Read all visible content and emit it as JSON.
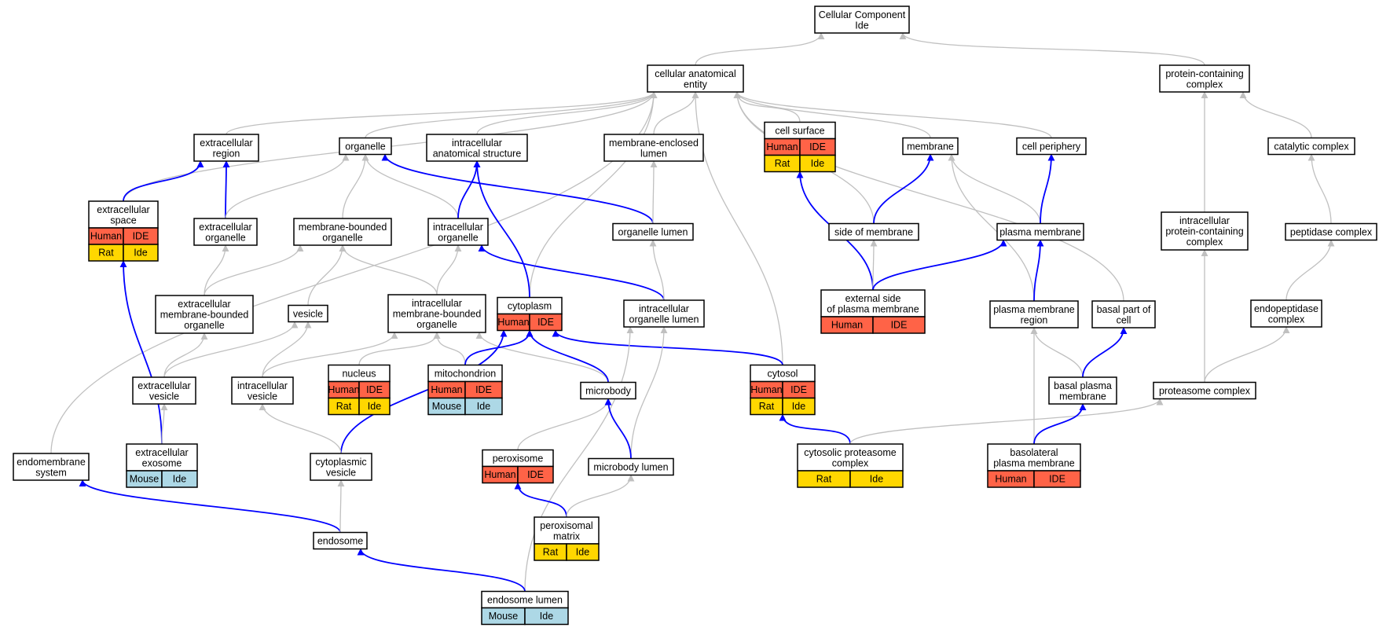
{
  "colors": {
    "edge_is_a": "#c0c0c0",
    "edge_part_of": "#0000ff",
    "Human": "#ff6347",
    "Rat": "#ffd700",
    "Mouse": "#add8e6"
  },
  "nodes": {
    "cellular_component": {
      "lines": [
        "Cellular Component",
        "Ide"
      ],
      "badges": []
    },
    "cellular_anatomical_entity": {
      "lines": [
        "cellular anatomical",
        "entity"
      ],
      "badges": []
    },
    "protein_containing_complex": {
      "lines": [
        "protein-containing",
        "complex"
      ],
      "badges": []
    },
    "extracellular_region": {
      "lines": [
        "extracellular",
        "region"
      ],
      "badges": []
    },
    "organelle": {
      "lines": [
        "organelle"
      ],
      "badges": []
    },
    "intracellular_anatomical_structure": {
      "lines": [
        "intracellular",
        "anatomical structure"
      ],
      "badges": []
    },
    "membrane_enclosed_lumen": {
      "lines": [
        "membrane-enclosed",
        "lumen"
      ],
      "badges": []
    },
    "cell_surface": {
      "lines": [
        "cell surface"
      ],
      "badges": [
        [
          "Human",
          "IDE"
        ],
        [
          "Rat",
          "Ide"
        ]
      ]
    },
    "membrane": {
      "lines": [
        "membrane"
      ],
      "badges": []
    },
    "cell_periphery": {
      "lines": [
        "cell periphery"
      ],
      "badges": []
    },
    "catalytic_complex": {
      "lines": [
        "catalytic complex"
      ],
      "badges": []
    },
    "extracellular_space": {
      "lines": [
        "extracellular",
        "space"
      ],
      "badges": [
        [
          "Human",
          "IDE"
        ],
        [
          "Rat",
          "Ide"
        ]
      ]
    },
    "extracellular_organelle": {
      "lines": [
        "extracellular",
        "organelle"
      ],
      "badges": []
    },
    "membrane_bounded_organelle": {
      "lines": [
        "membrane-bounded",
        "organelle"
      ],
      "badges": []
    },
    "intracellular_organelle": {
      "lines": [
        "intracellular",
        "organelle"
      ],
      "badges": []
    },
    "organelle_lumen": {
      "lines": [
        "organelle lumen"
      ],
      "badges": []
    },
    "side_of_membrane": {
      "lines": [
        "side of membrane"
      ],
      "badges": []
    },
    "plasma_membrane": {
      "lines": [
        "plasma membrane"
      ],
      "badges": []
    },
    "intracellular_protein_containing_complex": {
      "lines": [
        "intracellular",
        "protein-containing",
        "complex"
      ],
      "badges": []
    },
    "peptidase_complex": {
      "lines": [
        "peptidase complex"
      ],
      "badges": []
    },
    "extracellular_membrane_bounded_organelle": {
      "lines": [
        "extracellular",
        "membrane-bounded",
        "organelle"
      ],
      "badges": []
    },
    "vesicle": {
      "lines": [
        "vesicle"
      ],
      "badges": []
    },
    "intracellular_membrane_bounded_organelle": {
      "lines": [
        "intracellular",
        "membrane-bounded",
        "organelle"
      ],
      "badges": []
    },
    "cytoplasm": {
      "lines": [
        "cytoplasm"
      ],
      "badges": [
        [
          "Human",
          "IDE"
        ]
      ]
    },
    "intracellular_organelle_lumen": {
      "lines": [
        "intracellular",
        "organelle lumen"
      ],
      "badges": []
    },
    "external_side_of_plasma_membrane": {
      "lines": [
        "external side",
        "of plasma membrane"
      ],
      "badges": [
        [
          "Human",
          "IDE"
        ]
      ]
    },
    "plasma_membrane_region": {
      "lines": [
        "plasma membrane",
        "region"
      ],
      "badges": []
    },
    "basal_part_of_cell": {
      "lines": [
        "basal part of",
        "cell"
      ],
      "badges": []
    },
    "endopeptidase_complex": {
      "lines": [
        "endopeptidase",
        "complex"
      ],
      "badges": []
    },
    "extracellular_vesicle": {
      "lines": [
        "extracellular",
        "vesicle"
      ],
      "badges": []
    },
    "intracellular_vesicle": {
      "lines": [
        "intracellular",
        "vesicle"
      ],
      "badges": []
    },
    "nucleus": {
      "lines": [
        "nucleus"
      ],
      "badges": [
        [
          "Human",
          "IDE"
        ],
        [
          "Rat",
          "Ide"
        ]
      ]
    },
    "mitochondrion": {
      "lines": [
        "mitochondrion"
      ],
      "badges": [
        [
          "Human",
          "IDE"
        ],
        [
          "Mouse",
          "Ide"
        ]
      ]
    },
    "microbody": {
      "lines": [
        "microbody"
      ],
      "badges": []
    },
    "cytosol": {
      "lines": [
        "cytosol"
      ],
      "badges": [
        [
          "Human",
          "IDE"
        ],
        [
          "Rat",
          "Ide"
        ]
      ]
    },
    "basal_plasma_membrane": {
      "lines": [
        "basal plasma",
        "membrane"
      ],
      "badges": []
    },
    "proteasome_complex": {
      "lines": [
        "proteasome complex"
      ],
      "badges": []
    },
    "endomembrane_system": {
      "lines": [
        "endomembrane",
        "system"
      ],
      "badges": []
    },
    "extracellular_exosome": {
      "lines": [
        "extracellular",
        "exosome"
      ],
      "badges": [
        [
          "Mouse",
          "Ide"
        ]
      ]
    },
    "cytoplasmic_vesicle": {
      "lines": [
        "cytoplasmic",
        "vesicle"
      ],
      "badges": []
    },
    "peroxisome": {
      "lines": [
        "peroxisome"
      ],
      "badges": [
        [
          "Human",
          "IDE"
        ]
      ]
    },
    "microbody_lumen": {
      "lines": [
        "microbody lumen"
      ],
      "badges": []
    },
    "cytosolic_proteasome_complex": {
      "lines": [
        "cytosolic proteasome",
        "complex"
      ],
      "badges": [
        [
          "Rat",
          "Ide"
        ]
      ]
    },
    "basolateral_plasma_membrane": {
      "lines": [
        "basolateral",
        "plasma membrane"
      ],
      "badges": [
        [
          "Human",
          "IDE"
        ]
      ]
    },
    "endosome": {
      "lines": [
        "endosome"
      ],
      "badges": []
    },
    "peroxisomal_matrix": {
      "lines": [
        "peroxisomal",
        "matrix"
      ],
      "badges": [
        [
          "Rat",
          "Ide"
        ]
      ]
    },
    "endosome_lumen": {
      "lines": [
        "endosome lumen"
      ],
      "badges": [
        [
          "Mouse",
          "Ide"
        ]
      ]
    }
  },
  "edges": [
    {
      "from": "cellular_anatomical_entity",
      "to": "cellular_component",
      "type": "is_a"
    },
    {
      "from": "protein_containing_complex",
      "to": "cellular_component",
      "type": "is_a"
    },
    {
      "from": "extracellular_region",
      "to": "cellular_anatomical_entity",
      "type": "is_a"
    },
    {
      "from": "organelle",
      "to": "cellular_anatomical_entity",
      "type": "is_a"
    },
    {
      "from": "intracellular_anatomical_structure",
      "to": "cellular_anatomical_entity",
      "type": "is_a"
    },
    {
      "from": "membrane_enclosed_lumen",
      "to": "cellular_anatomical_entity",
      "type": "is_a"
    },
    {
      "from": "cell_surface",
      "to": "cellular_anatomical_entity",
      "type": "is_a"
    },
    {
      "from": "membrane",
      "to": "cellular_anatomical_entity",
      "type": "is_a"
    },
    {
      "from": "cell_periphery",
      "to": "cellular_anatomical_entity",
      "type": "is_a"
    },
    {
      "from": "extracellular_space",
      "to": "cellular_anatomical_entity",
      "type": "is_a"
    },
    {
      "from": "endomembrane_system",
      "to": "cellular_anatomical_entity",
      "type": "is_a"
    },
    {
      "from": "cytoplasm",
      "to": "cellular_anatomical_entity",
      "type": "is_a"
    },
    {
      "from": "cytosol",
      "to": "cellular_anatomical_entity",
      "type": "is_a"
    },
    {
      "from": "side_of_membrane",
      "to": "cellular_anatomical_entity",
      "type": "is_a"
    },
    {
      "from": "basal_part_of_cell",
      "to": "cellular_anatomical_entity",
      "type": "is_a"
    },
    {
      "from": "catalytic_complex",
      "to": "protein_containing_complex",
      "type": "is_a"
    },
    {
      "from": "intracellular_protein_containing_complex",
      "to": "protein_containing_complex",
      "type": "is_a"
    },
    {
      "from": "extracellular_space",
      "to": "extracellular_region",
      "type": "part_of"
    },
    {
      "from": "extracellular_organelle",
      "to": "extracellular_region",
      "type": "part_of"
    },
    {
      "from": "extracellular_organelle",
      "to": "organelle",
      "type": "is_a"
    },
    {
      "from": "membrane_bounded_organelle",
      "to": "organelle",
      "type": "is_a"
    },
    {
      "from": "intracellular_organelle",
      "to": "organelle",
      "type": "is_a"
    },
    {
      "from": "organelle_lumen",
      "to": "organelle",
      "type": "part_of"
    },
    {
      "from": "intracellular_organelle",
      "to": "intracellular_anatomical_structure",
      "type": "part_of"
    },
    {
      "from": "cytoplasm",
      "to": "intracellular_anatomical_structure",
      "type": "part_of"
    },
    {
      "from": "organelle_lumen",
      "to": "membrane_enclosed_lumen",
      "type": "is_a"
    },
    {
      "from": "external_side_of_plasma_membrane",
      "to": "cell_surface",
      "type": "part_of"
    },
    {
      "from": "side_of_membrane",
      "to": "membrane",
      "type": "part_of"
    },
    {
      "from": "plasma_membrane",
      "to": "membrane",
      "type": "is_a"
    },
    {
      "from": "plasma_membrane_region",
      "to": "membrane",
      "type": "is_a"
    },
    {
      "from": "plasma_membrane",
      "to": "cell_periphery",
      "type": "part_of"
    },
    {
      "from": "peptidase_complex",
      "to": "catalytic_complex",
      "type": "is_a"
    },
    {
      "from": "extracellular_exosome",
      "to": "extracellular_space",
      "type": "part_of"
    },
    {
      "from": "extracellular_membrane_bounded_organelle",
      "to": "extracellular_organelle",
      "type": "is_a"
    },
    {
      "from": "extracellular_membrane_bounded_organelle",
      "to": "membrane_bounded_organelle",
      "type": "is_a"
    },
    {
      "from": "vesicle",
      "to": "membrane_bounded_organelle",
      "type": "is_a"
    },
    {
      "from": "intracellular_membrane_bounded_organelle",
      "to": "membrane_bounded_organelle",
      "type": "is_a"
    },
    {
      "from": "intracellular_membrane_bounded_organelle",
      "to": "intracellular_organelle",
      "type": "is_a"
    },
    {
      "from": "intracellular_organelle_lumen",
      "to": "intracellular_organelle",
      "type": "part_of"
    },
    {
      "from": "intracellular_organelle_lumen",
      "to": "organelle_lumen",
      "type": "is_a"
    },
    {
      "from": "external_side_of_plasma_membrane",
      "to": "side_of_membrane",
      "type": "is_a"
    },
    {
      "from": "external_side_of_plasma_membrane",
      "to": "plasma_membrane",
      "type": "part_of"
    },
    {
      "from": "plasma_membrane_region",
      "to": "plasma_membrane",
      "type": "part_of"
    },
    {
      "from": "proteasome_complex",
      "to": "intracellular_protein_containing_complex",
      "type": "is_a"
    },
    {
      "from": "endopeptidase_complex",
      "to": "peptidase_complex",
      "type": "is_a"
    },
    {
      "from": "extracellular_vesicle",
      "to": "extracellular_membrane_bounded_organelle",
      "type": "is_a"
    },
    {
      "from": "extracellular_vesicle",
      "to": "vesicle",
      "type": "is_a"
    },
    {
      "from": "intracellular_vesicle",
      "to": "vesicle",
      "type": "is_a"
    },
    {
      "from": "intracellular_vesicle",
      "to": "intracellular_membrane_bounded_organelle",
      "type": "is_a"
    },
    {
      "from": "nucleus",
      "to": "intracellular_membrane_bounded_organelle",
      "type": "is_a"
    },
    {
      "from": "mitochondrion",
      "to": "intracellular_membrane_bounded_organelle",
      "type": "is_a"
    },
    {
      "from": "microbody",
      "to": "intracellular_membrane_bounded_organelle",
      "type": "is_a"
    },
    {
      "from": "mitochondrion",
      "to": "cytoplasm",
      "type": "part_of"
    },
    {
      "from": "microbody",
      "to": "cytoplasm",
      "type": "part_of"
    },
    {
      "from": "cytosol",
      "to": "cytoplasm",
      "type": "part_of"
    },
    {
      "from": "cytoplasmic_vesicle",
      "to": "cytoplasm",
      "type": "part_of"
    },
    {
      "from": "microbody_lumen",
      "to": "intracellular_organelle_lumen",
      "type": "is_a"
    },
    {
      "from": "endosome_lumen",
      "to": "intracellular_organelle_lumen",
      "type": "is_a"
    },
    {
      "from": "basal_plasma_membrane",
      "to": "plasma_membrane_region",
      "type": "is_a"
    },
    {
      "from": "basolateral_plasma_membrane",
      "to": "plasma_membrane_region",
      "type": "is_a"
    },
    {
      "from": "basal_plasma_membrane",
      "to": "basal_part_of_cell",
      "type": "part_of"
    },
    {
      "from": "proteasome_complex",
      "to": "endopeptidase_complex",
      "type": "is_a"
    },
    {
      "from": "extracellular_exosome",
      "to": "extracellular_vesicle",
      "type": "is_a"
    },
    {
      "from": "cytoplasmic_vesicle",
      "to": "intracellular_vesicle",
      "type": "is_a"
    },
    {
      "from": "peroxisome",
      "to": "microbody",
      "type": "is_a"
    },
    {
      "from": "microbody_lumen",
      "to": "microbody",
      "type": "part_of"
    },
    {
      "from": "cytosolic_proteasome_complex",
      "to": "cytosol",
      "type": "part_of"
    },
    {
      "from": "cytosolic_proteasome_complex",
      "to": "proteasome_complex",
      "type": "is_a"
    },
    {
      "from": "basolateral_plasma_membrane",
      "to": "basal_plasma_membrane",
      "type": "part_of"
    },
    {
      "from": "endosome",
      "to": "endomembrane_system",
      "type": "part_of"
    },
    {
      "from": "endosome",
      "to": "cytoplasmic_vesicle",
      "type": "is_a"
    },
    {
      "from": "peroxisomal_matrix",
      "to": "peroxisome",
      "type": "part_of"
    },
    {
      "from": "peroxisomal_matrix",
      "to": "microbody_lumen",
      "type": "is_a"
    },
    {
      "from": "endosome_lumen",
      "to": "endosome",
      "type": "part_of"
    }
  ]
}
